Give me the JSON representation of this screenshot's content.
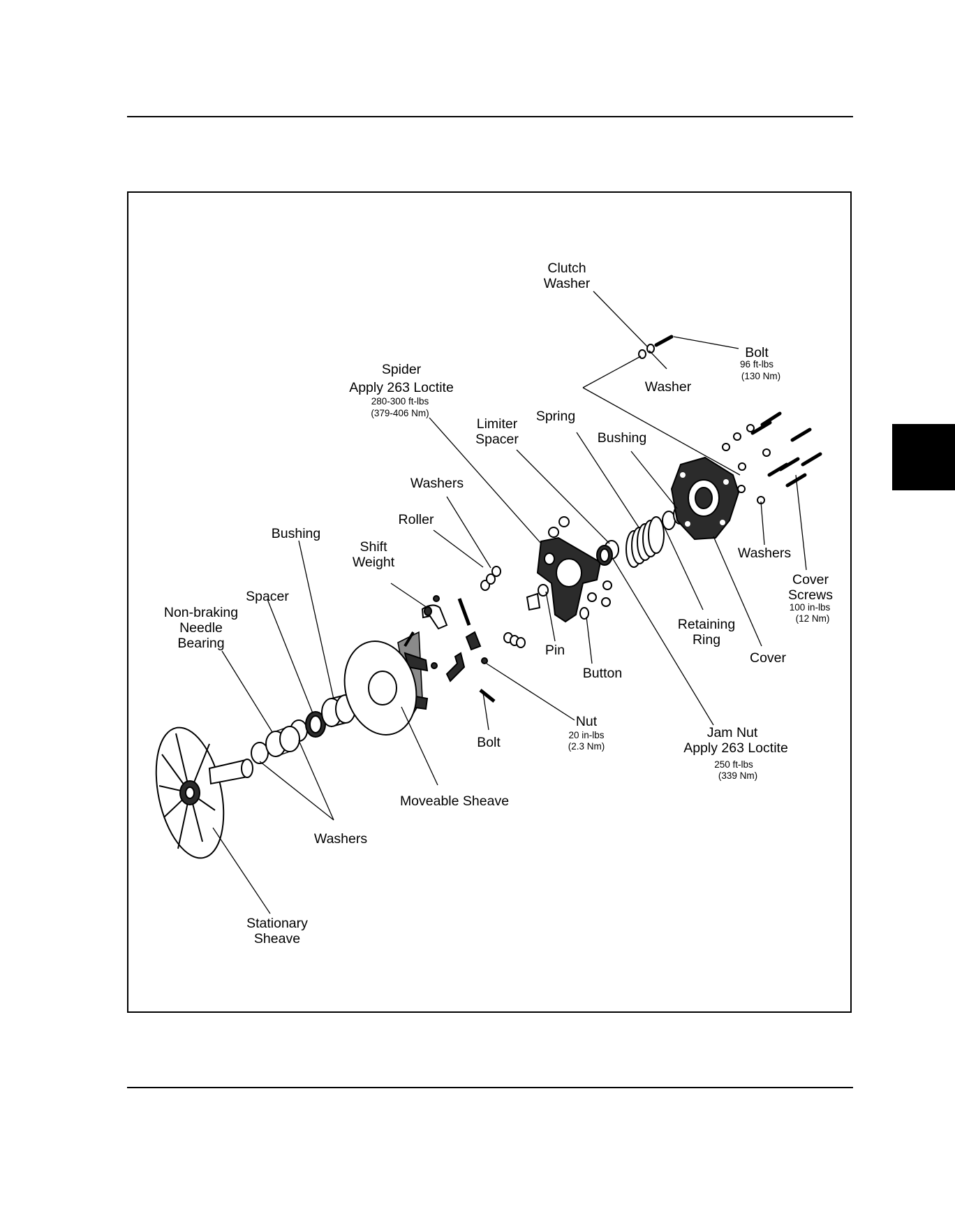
{
  "labels": {
    "clutch_washer": [
      "Clutch",
      "Washer"
    ],
    "bolt_top": "Bolt",
    "bolt_top_torque": [
      "96 ft-lbs",
      "(130 Nm)"
    ],
    "washer_top": "Washer",
    "spider": [
      "Spider",
      "Apply 263 Loctite"
    ],
    "spider_torque": [
      "280-300 ft-lbs",
      "(379-406 Nm)"
    ],
    "limiter_spacer": [
      "Limiter",
      "Spacer"
    ],
    "spring": "Spring",
    "bushing_right": "Bushing",
    "washers_upper": "Washers",
    "roller": "Roller",
    "bushing_left": "Bushing",
    "shift_weight": [
      "Shift",
      "Weight"
    ],
    "spacer": "Spacer",
    "needle_bearing": [
      "Non-braking",
      "Needle",
      "Bearing"
    ],
    "washers_right": "Washers",
    "cover_screws": [
      "Cover",
      "Screws"
    ],
    "cover_screws_torque": [
      "100 in-lbs",
      "(12 Nm)"
    ],
    "retaining_ring": [
      "Retaining",
      "Ring"
    ],
    "cover": "Cover",
    "pin": "Pin",
    "button": "Button",
    "nut": "Nut",
    "nut_torque": [
      "20 in-lbs",
      "(2.3 Nm)"
    ],
    "bolt_lower": "Bolt",
    "jam_nut": [
      "Jam Nut",
      "Apply 263 Loctite"
    ],
    "jam_nut_torque": [
      "250 ft-lbs",
      "(339 Nm)"
    ],
    "moveable_sheave": "Moveable Sheave",
    "washers_lower": "Washers",
    "stationary_sheave": [
      "Stationary",
      "Sheave"
    ]
  }
}
